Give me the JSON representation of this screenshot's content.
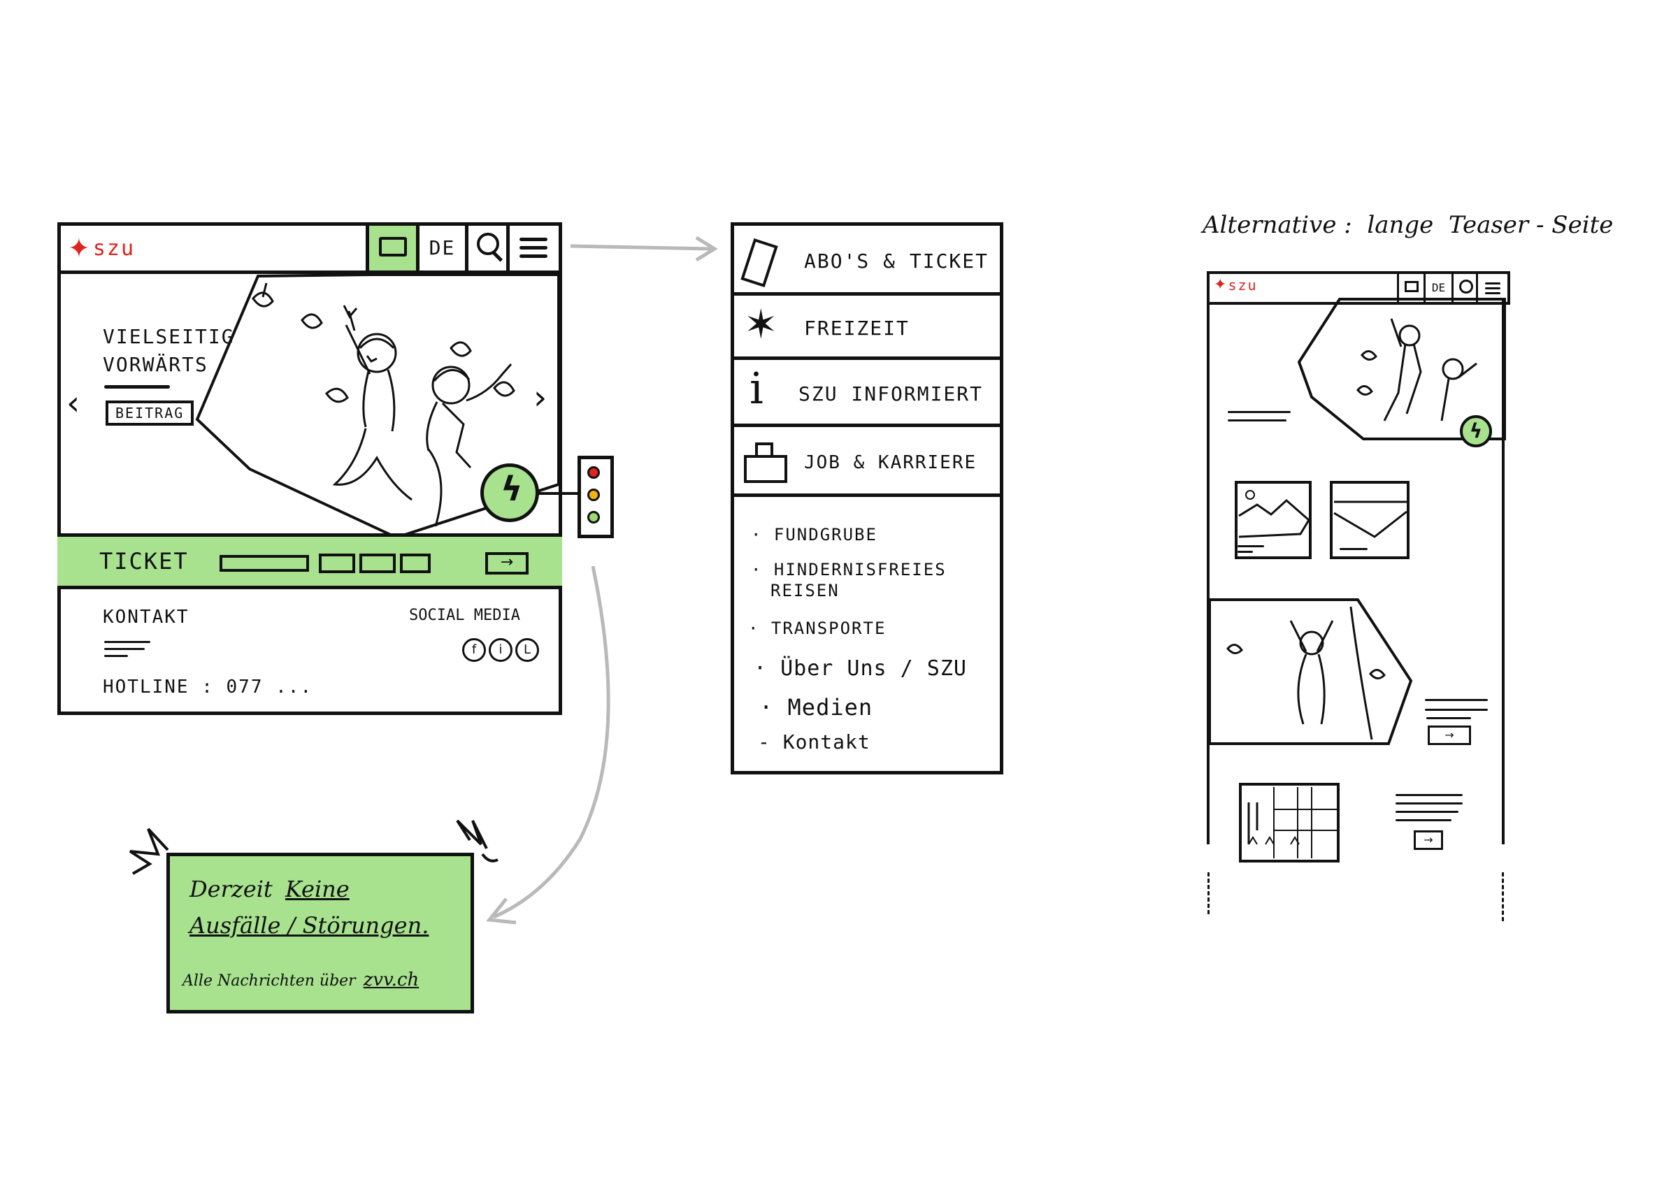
{
  "mobile": {
    "logo": "szu",
    "lang": "DE",
    "hero_line1": "VIELSEITIG",
    "hero_line2": "VORWÄRTS",
    "hero_button": "BEITRAG",
    "ticket_label": "TICKET",
    "kontakt_label": "KONTAKT",
    "social_label": "SOCIAL MEDIA",
    "social_icons": [
      "f",
      "i",
      "L"
    ],
    "hotline": "HOTLINE : 077 ..."
  },
  "menu": {
    "items": [
      {
        "label": "ABO'S & TICKET",
        "icon": "ticket-icon"
      },
      {
        "label": "FREIZEIT",
        "icon": "star-icon"
      },
      {
        "label": "SZU INFORMIERT",
        "icon": "info-icon"
      },
      {
        "label": "JOB & KARRIERE",
        "icon": "briefcase-icon"
      }
    ],
    "links": [
      "· FUNDGRUBE",
      "· HINDERNISFREIES",
      "REISEN",
      "· TRANSPORTE",
      "· Über Uns / SZU",
      "· Medien",
      "- Kontakt"
    ]
  },
  "status_box": {
    "line1a": "Derzeit",
    "line1b": "Keine",
    "line2": "Ausfälle / Störungen.",
    "note_prefix": "Alle Nachrichten über",
    "note_link": "zvv.ch"
  },
  "alternative": {
    "title": "Alternative :  lange  Teaser - Seite",
    "logo": "szu",
    "lang": "DE"
  },
  "colors": {
    "accent_green": "#a8e28f",
    "logo_red": "#e0231f",
    "ink": "#111111",
    "arrow_gray": "#b9b9b9"
  }
}
